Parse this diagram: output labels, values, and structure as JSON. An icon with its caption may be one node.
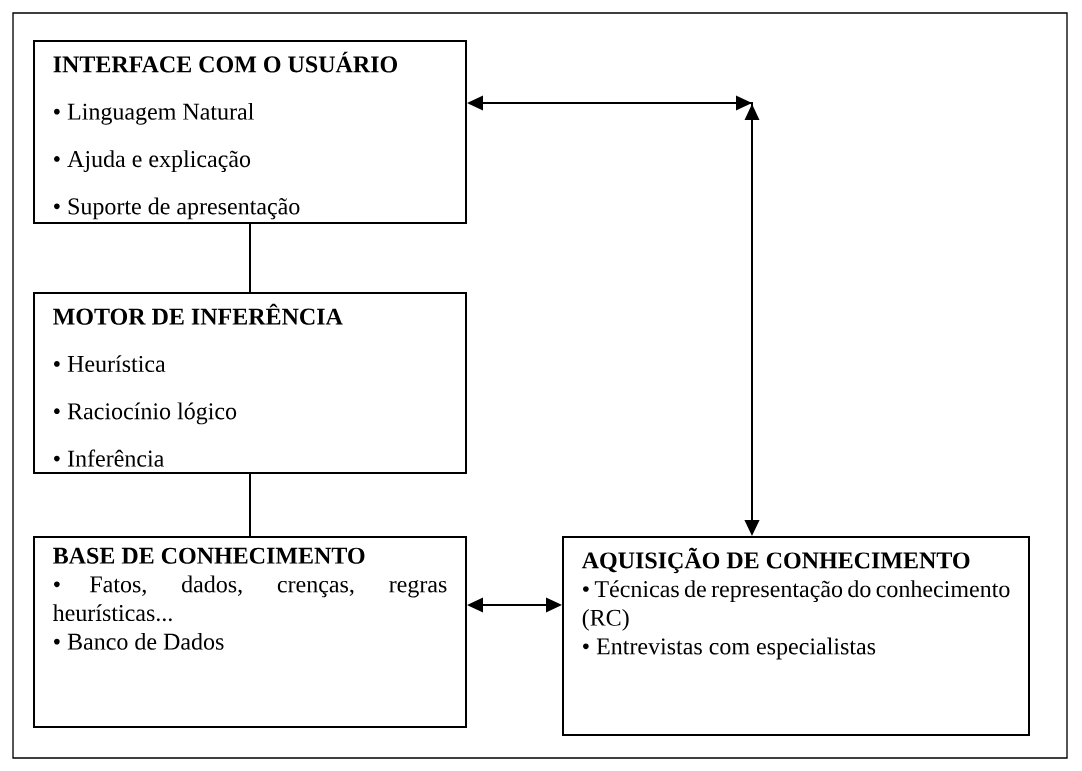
{
  "diagram": {
    "nodes": [
      {
        "text": [
          "INTERFACE COM O USUÁRIO",
          "• Linguagem Natural",
          "• Ajuda e explicação",
          "• Suporte de apresentação"
        ]
      },
      {
        "text": [
          "MOTOR DE INFERÊNCIA",
          "• Heurística",
          "• Raciocínio lógico",
          "• Inferência"
        ]
      },
      {
        "text": [
          "BASE DE CONHECIMENTO",
          "• Fatos, dados, crenças, regras heurísticas...",
          "• Banco de Dados"
        ]
      },
      {
        "text": [
          "AQUISIÇÃO DE CONHECIMENTO",
          "• Técnicas de representação do conhecimento (RC)",
          "• Entrevistas com especialistas"
        ]
      }
    ],
    "edges": [
      {
        "from": 0,
        "to": 1,
        "arrow": "none"
      },
      {
        "from": 1,
        "to": 2,
        "arrow": "none"
      },
      {
        "from": 2,
        "to": 3,
        "arrow": "both"
      },
      {
        "from": 0,
        "to": 3,
        "arrow": "both"
      }
    ]
  }
}
